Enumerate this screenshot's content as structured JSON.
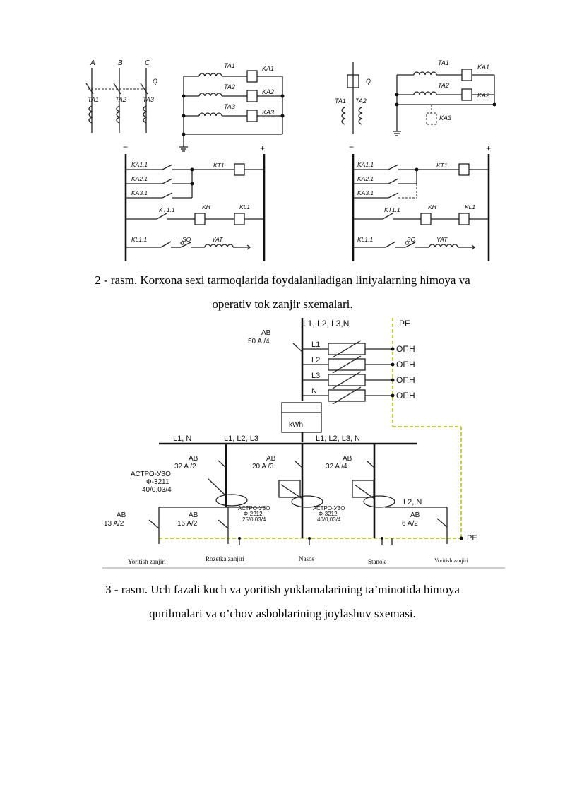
{
  "figure2": {
    "phases": [
      "A",
      "B",
      "C"
    ],
    "left": {
      "q": "Q",
      "cts": [
        "TA1",
        "TA2",
        "TA3"
      ],
      "relay_cts": [
        "TA1",
        "TA2",
        "TA3"
      ],
      "relays": [
        "KA1",
        "KA2",
        "KA3"
      ],
      "minus": "−",
      "plus": "+",
      "contacts": [
        "KA1.1",
        "KA2.1",
        "KA3.1"
      ],
      "kt": "KT1",
      "kt_contact": "KT1.1",
      "kh": "KH",
      "kl": "KL1",
      "kl_contact": "KL1.1",
      "sq": "SQ",
      "yat": "YAT"
    },
    "right": {
      "q": "Q",
      "cts": [
        "TA1",
        "TA2"
      ],
      "relay_cts": [
        "TA1",
        "TA2"
      ],
      "relays": [
        "KA1",
        "KA2",
        "KA3"
      ],
      "minus": "−",
      "plus": "+",
      "contacts": [
        "KA1.1",
        "KA2.1",
        "KA3.1"
      ],
      "kt": "KT1",
      "kt_contact": "KT1.1",
      "kh": "KH",
      "kl": "KL1",
      "kl_contact": "KL1.1",
      "sq": "SQ",
      "yat": "YAT"
    }
  },
  "caption2": {
    "line1": "2 - rasm. Korxona sexi tarmoqlarida foydalaniladigan liniyalarning himoya va",
    "line2": "operativ tok zanjir sxemalari."
  },
  "figure3": {
    "bus_top": "L1, L2, L3,N",
    "pe_top": "PE",
    "main_breaker": [
      "AB",
      "50 A /4"
    ],
    "arresters": {
      "phases": [
        "L1",
        "L2",
        "L3",
        "N"
      ],
      "label": "ОПН"
    },
    "meter": "kWh",
    "branches": [
      "L1, N",
      "L1, L2, L3",
      "L1, L2, L3, N"
    ],
    "breakers": [
      {
        "name": "AB",
        "rating": "32 A /2"
      },
      {
        "name": "AB",
        "rating": "20 A /3"
      },
      {
        "name": "AB",
        "rating": "32 A /4"
      }
    ],
    "rcd_left": [
      "АСТРО-УЗО",
      "Ф-3211",
      "40/0,03/4"
    ],
    "rcd_mid": [
      "АСТРО-УЗО",
      "Ф-2212",
      "25/0,03/4"
    ],
    "rcd_right": [
      "АСТРО-УЗО",
      "Ф-3212",
      "40/0,03/4"
    ],
    "small_breakers": [
      {
        "name": "AB",
        "rating": "13 A/2"
      },
      {
        "name": "AB",
        "rating": "16 A/2"
      },
      {
        "name": "AB",
        "rating": "6 A/2"
      }
    ],
    "l2n": "L2, N",
    "pe_bottom": "PE",
    "loads": [
      "Yoritish zanjiri",
      "Rozetka zanjiri",
      "Nasos",
      "Stanok",
      "Yoritish zanjiri"
    ]
  },
  "caption3": {
    "line1": "3 - rasm. Uch fazali kuch va yoritish yuklamalarining ta’minotida himoya",
    "line2": "qurilmalari va o’chov asboblarining joylashuv sxemasi."
  }
}
